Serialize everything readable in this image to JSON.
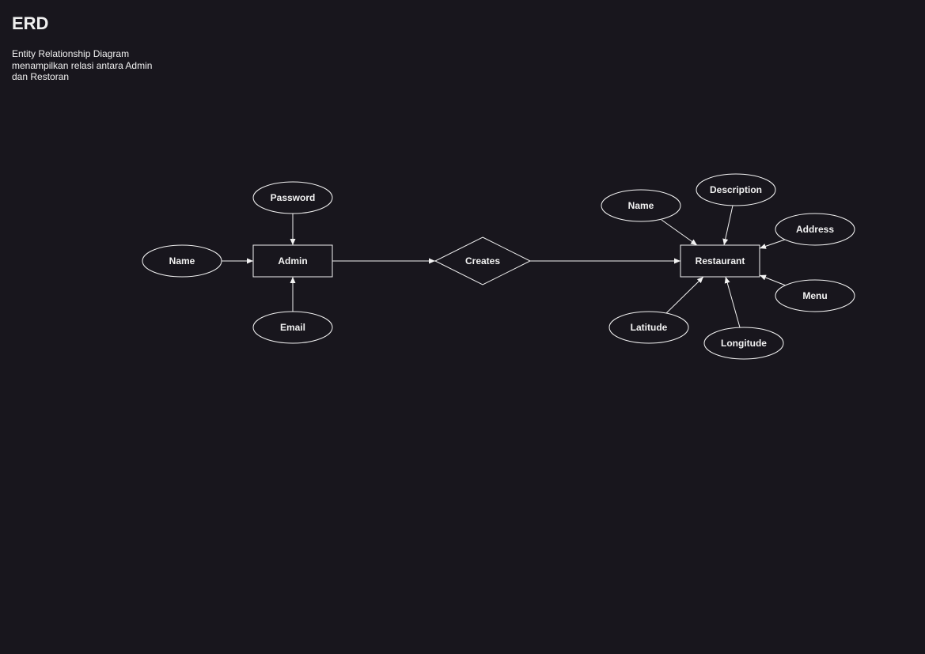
{
  "header": {
    "title": "ERD",
    "description": "Entity Relationship Diagram menampilkan relasi antara Admin dan Restoran"
  },
  "diagram": {
    "nodes": [
      {
        "id": "admin",
        "type": "entity",
        "label": "Admin"
      },
      {
        "id": "restaurant",
        "type": "entity",
        "label": "Restaurant"
      },
      {
        "id": "creates",
        "type": "relationship",
        "label": "Creates"
      },
      {
        "id": "admin_name",
        "type": "attribute",
        "label": "Name"
      },
      {
        "id": "admin_password",
        "type": "attribute",
        "label": "Password"
      },
      {
        "id": "admin_email",
        "type": "attribute",
        "label": "Email"
      },
      {
        "id": "rest_name",
        "type": "attribute",
        "label": "Name"
      },
      {
        "id": "rest_description",
        "type": "attribute",
        "label": "Description"
      },
      {
        "id": "rest_address",
        "type": "attribute",
        "label": "Address"
      },
      {
        "id": "rest_menu",
        "type": "attribute",
        "label": "Menu"
      },
      {
        "id": "rest_latitude",
        "type": "attribute",
        "label": "Latitude"
      },
      {
        "id": "rest_longitude",
        "type": "attribute",
        "label": "Longitude"
      }
    ],
    "edges": [
      {
        "from": "admin_name",
        "to": "admin"
      },
      {
        "from": "admin_password",
        "to": "admin"
      },
      {
        "from": "admin_email",
        "to": "admin"
      },
      {
        "from": "admin",
        "to": "creates"
      },
      {
        "from": "creates",
        "to": "restaurant"
      },
      {
        "from": "rest_name",
        "to": "restaurant"
      },
      {
        "from": "rest_description",
        "to": "restaurant"
      },
      {
        "from": "rest_address",
        "to": "restaurant"
      },
      {
        "from": "rest_menu",
        "to": "restaurant"
      },
      {
        "from": "rest_latitude",
        "to": "restaurant"
      },
      {
        "from": "rest_longitude",
        "to": "restaurant"
      }
    ],
    "colors": {
      "background": "#18161d",
      "stroke": "#f2f2f2",
      "text": "#f2f2f2"
    }
  }
}
